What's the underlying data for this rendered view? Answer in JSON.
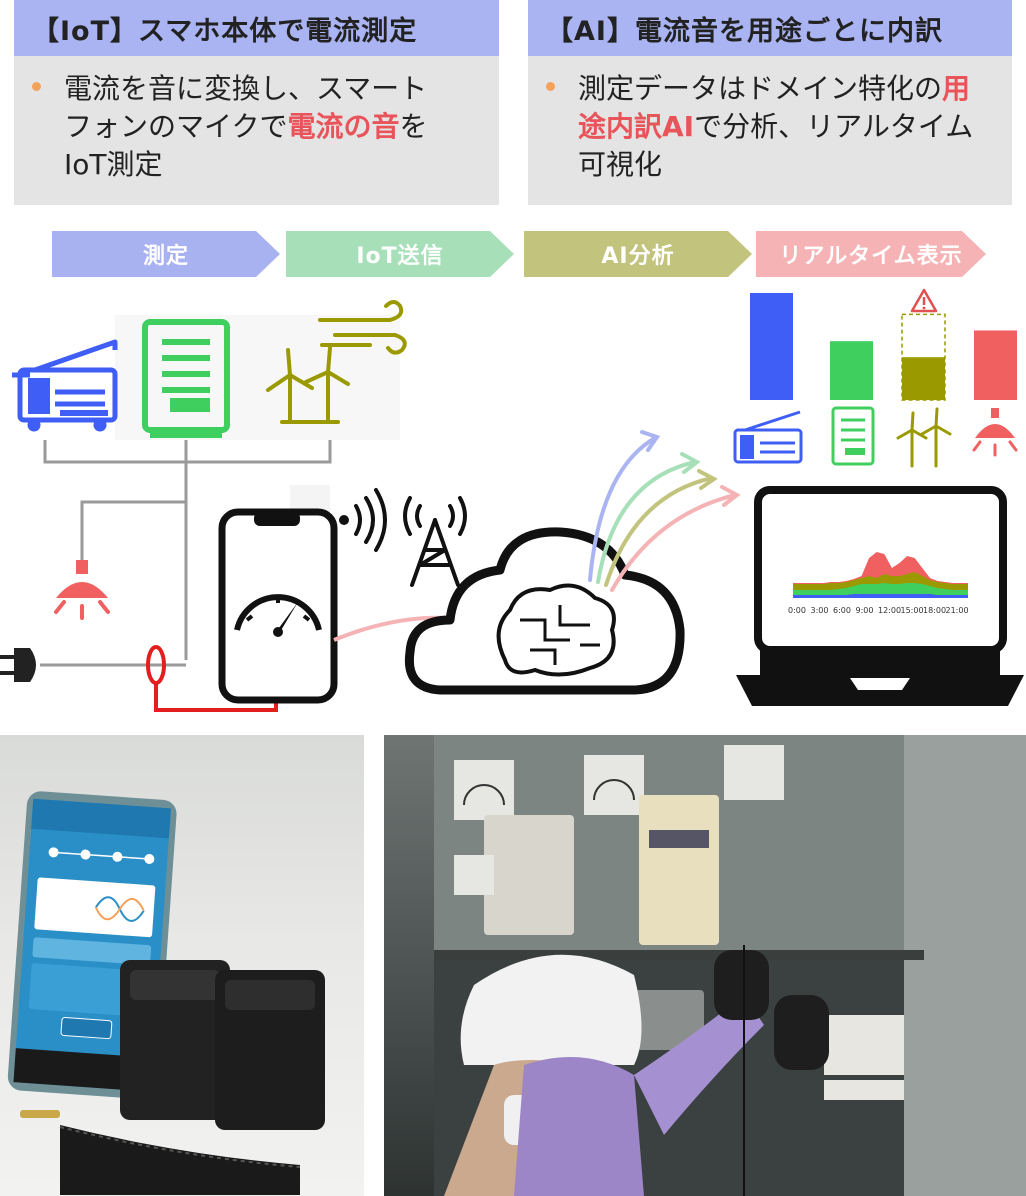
{
  "panels": {
    "iot": {
      "title": "【IoT】スマホ本体で電流測定",
      "text_1": "電流を音に変換し、スマート",
      "text_2a": "フォンのマイクで",
      "text_2b": "電流の音",
      "text_2c": "を",
      "text_3": "IoT測定"
    },
    "ai": {
      "title": "【AI】電流音を用途ごとに内訳",
      "text_1a": "測定データはドメイン特化の",
      "text_1b": "用",
      "text_2a": "途内訳AI",
      "text_2b": "で分析、リアルタイム",
      "text_3": "可視化"
    }
  },
  "steps": [
    {
      "label": "測定",
      "color": "#a8b2f0"
    },
    {
      "label": "IoT送信",
      "color": "#a7e0b8"
    },
    {
      "label": "AI分析",
      "color": "#c2c47e"
    },
    {
      "label": "リアルタイム表示",
      "color": "#f5b3b5"
    }
  ],
  "colors": {
    "blue": "#3f5ef5",
    "green": "#3fcf5f",
    "olive": "#9a9a00",
    "red": "#f06060",
    "accent": "#e8545a",
    "bullet": "#f4a15a"
  },
  "chart_data": {
    "type": "bar",
    "categories": [
      "copier",
      "vending-machine",
      "wind-turbine",
      "lamp"
    ],
    "values": [
      100,
      55,
      40,
      65
    ],
    "ylim": [
      0,
      100
    ],
    "warning_category": "wind-turbine",
    "warning_capacity": 80
  },
  "monitor_chart": {
    "type": "area",
    "x_ticks": [
      "0:00",
      "3:00",
      "6:00",
      "9:00",
      "12:00",
      "15:00",
      "18:00",
      "21:00"
    ]
  },
  "icons": [
    "copier-icon",
    "vending-machine-icon",
    "wind-turbine-icon",
    "lamp-icon",
    "plug-icon",
    "current-clamp-icon",
    "smartphone-gauge-icon",
    "signal-waves-icon",
    "antenna-tower-icon",
    "cloud-ai-brain-icon",
    "monitor-icon",
    "warning-icon"
  ]
}
